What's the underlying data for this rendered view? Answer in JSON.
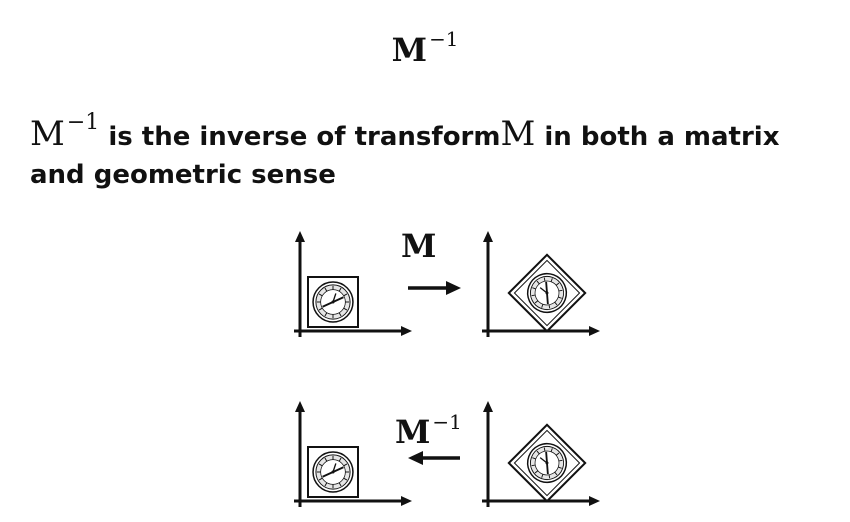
{
  "slide": {
    "title": {
      "base": "M",
      "sup": "−1"
    }
  },
  "statement": {
    "math_subject": {
      "base": "M",
      "sup": "−1"
    },
    "text_part1": "is the inverse of transform",
    "math_object": "M",
    "text_part2": "in both a matrix",
    "text_line2": "and geometric sense"
  },
  "figure": {
    "forward_label": "M",
    "inverse_label": {
      "base": "M",
      "sup": "−1"
    },
    "forward_arrow_icon": "right-arrow-icon",
    "inverse_arrow_icon": "left-arrow-icon"
  },
  "colors": {
    "text": "#111111",
    "background": "#ffffff",
    "clock_face": "#e6e6e6"
  }
}
